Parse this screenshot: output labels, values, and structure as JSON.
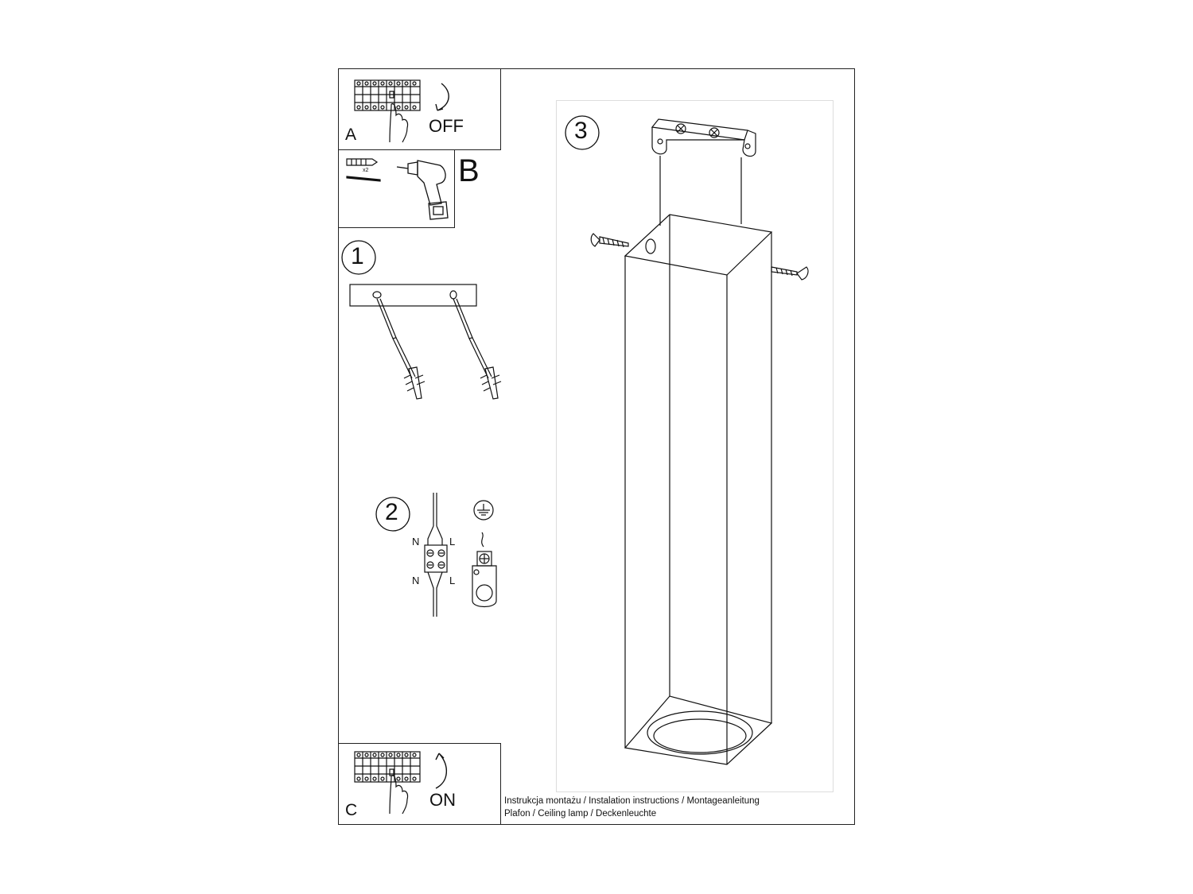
{
  "panel_a": {
    "letter": "A",
    "action": "OFF"
  },
  "panel_b": {
    "letter": "B",
    "dowel_count": "x2"
  },
  "step1": {
    "number": "1"
  },
  "step2": {
    "number": "2",
    "n_top": "N",
    "l_top": "L",
    "n_bottom": "N",
    "l_bottom": "L"
  },
  "step3": {
    "number": "3"
  },
  "panel_c": {
    "letter": "C",
    "action": "ON"
  },
  "footer": {
    "line1": "Instrukcja montażu / Instalation instructions / Montageanleitung",
    "line2": "Plafon / Ceiling lamp / Deckenleuchte"
  }
}
